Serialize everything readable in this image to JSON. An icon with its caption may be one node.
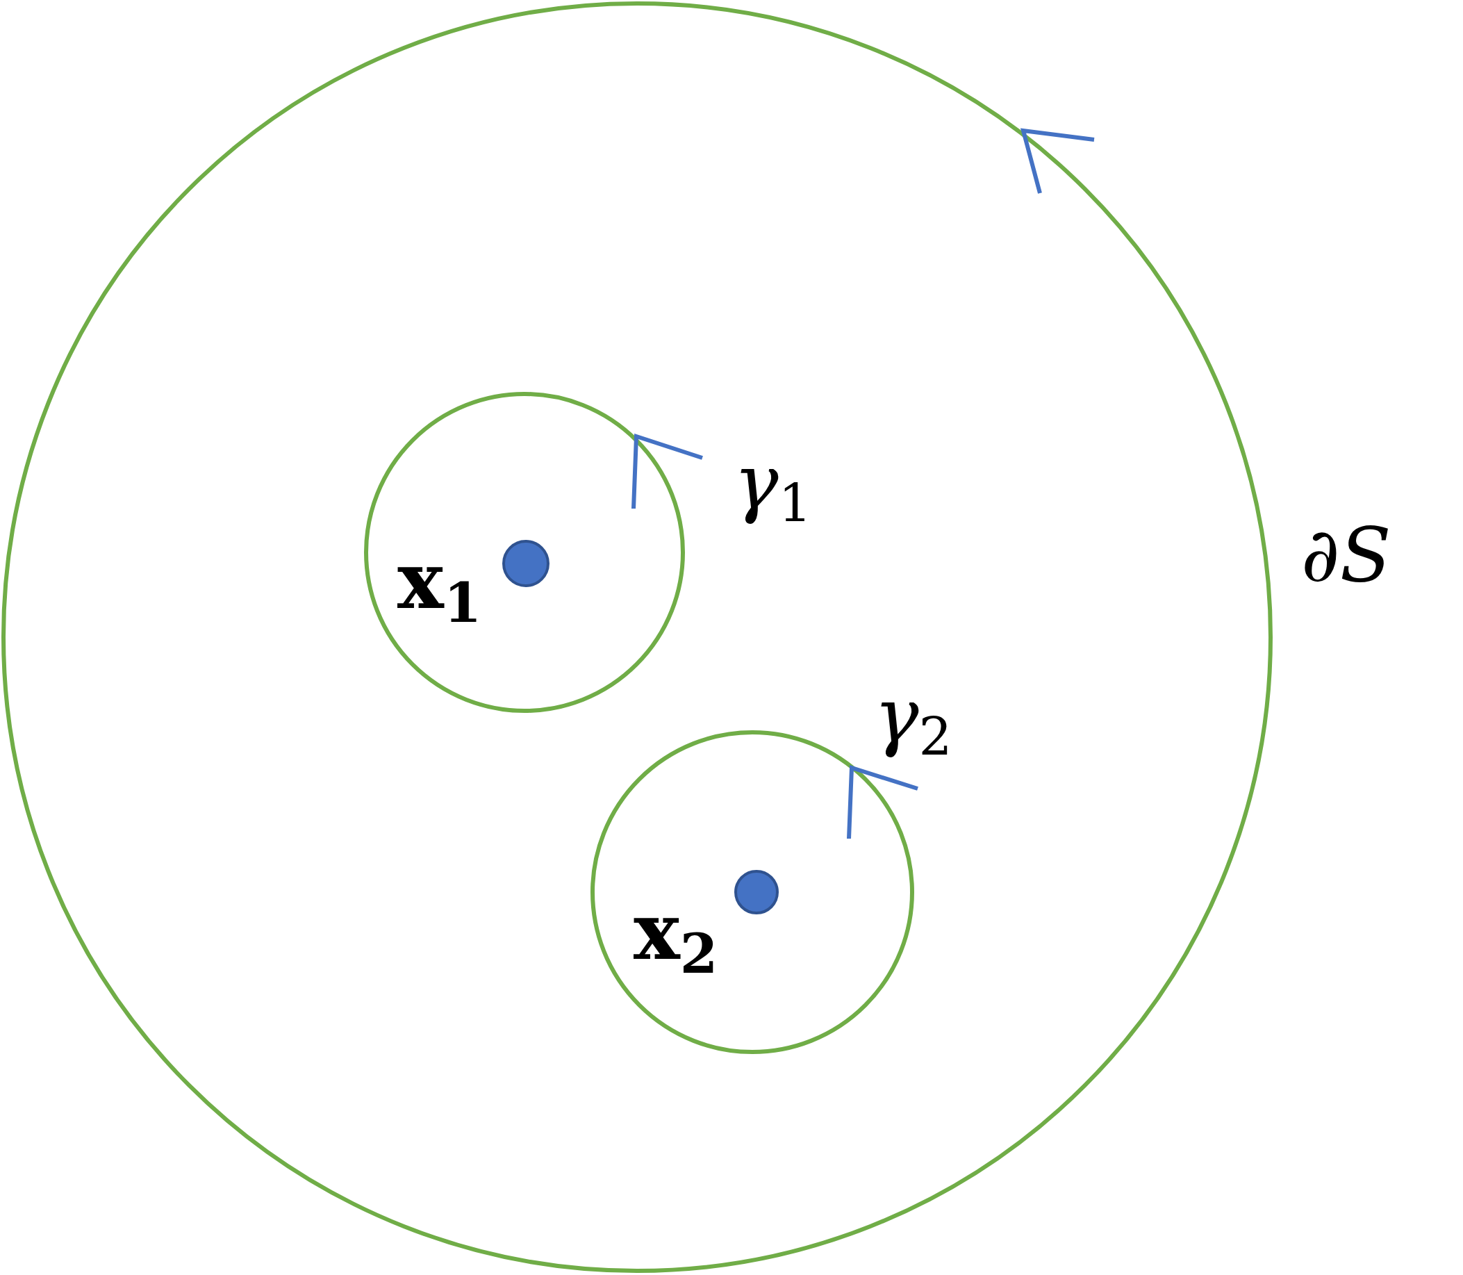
{
  "diagram": {
    "nodes": [
      {
        "text": [],
        "shape": "circle",
        "beside": [
          "∂S"
        ]
      },
      {
        "text": [],
        "shape": "circle",
        "in": 0,
        "beside": [
          "γ$_{1}$"
        ]
      },
      {
        "text": [],
        "shape": "circle",
        "in": 1,
        "beside": [
          "x$_{1}$"
        ]
      },
      {
        "text": [],
        "shape": "circle",
        "in": 0,
        "beside": [
          "γ$_{2}$"
        ]
      },
      {
        "text": [],
        "shape": "circle",
        "in": 3,
        "beside": [
          "x$_{2}$"
        ]
      }
    ],
    "edges": []
  }
}
